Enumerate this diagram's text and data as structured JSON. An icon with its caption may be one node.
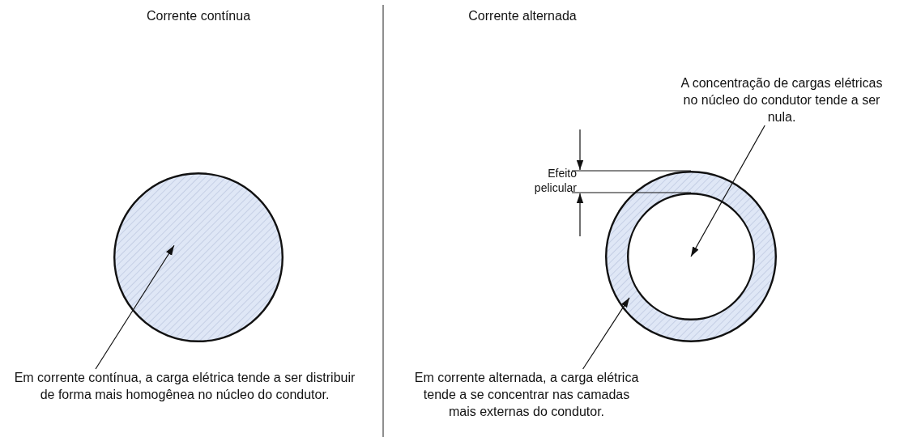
{
  "diagram": {
    "nodes": [
      {
        "text": [
          "Em corrente contínua, a carga elétrica tende a ser distribuir de forma mais homogênea no núcleo do condutor."
        ]
      },
      {
        "text": [],
        "shape": "circle"
      },
      {
        "text": [
          "A concentração de cargas elétricas no núcleo do condutor tende a ser nula."
        ]
      },
      {
        "text": [],
        "shape": "circle"
      },
      {
        "text": [],
        "shape": "circle",
        "in": 3
      },
      {
        "text": [
          "Em corrente alternada, a carga elétrica tende a se concentrar nas camadas mais externas do condutor."
        ]
      }
    ],
    "edges": [
      {
        "from": 0,
        "to": 1,
        "arrow": "to"
      },
      {
        "from": 2,
        "to": 4,
        "arrow": "to"
      },
      {
        "from": 5,
        "to": 3,
        "arrow": "to"
      }
    ],
    "labels": [
      "Corrente contínua",
      "Corrente alternada",
      "Efeito pelicular"
    ]
  }
}
